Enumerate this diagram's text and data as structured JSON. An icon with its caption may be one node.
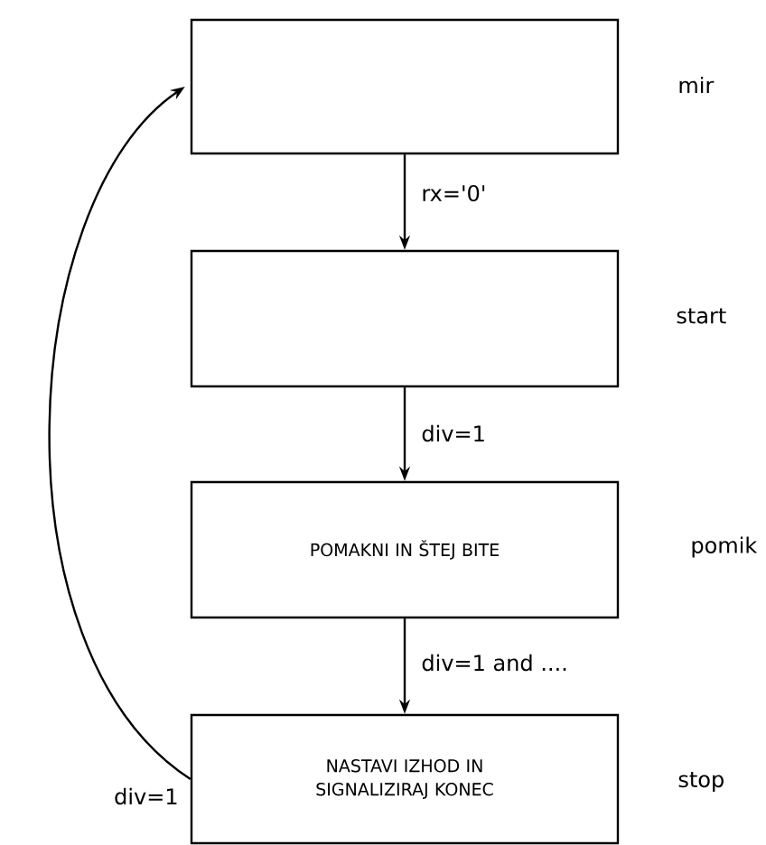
{
  "diagram": {
    "nodes": [
      {
        "text": [],
        "shape": "box",
        "beside": [
          "mir"
        ]
      },
      {
        "text": [],
        "shape": "box",
        "beside": [
          "start"
        ]
      },
      {
        "text": [
          "POMAKNI IN ŠTEJ BITE"
        ],
        "beside": [
          "pomik"
        ]
      },
      {
        "text": [
          "NASTAVI IZHOD IN SIGNALIZIRAJ KONEC"
        ],
        "beside": [
          "stop"
        ]
      }
    ],
    "edges": [
      {
        "from": 0,
        "to": 1,
        "arrow": "to",
        "label": "rx='0'"
      },
      {
        "from": 1,
        "to": 2,
        "arrow": "to",
        "label": "div=1"
      },
      {
        "from": 2,
        "to": 3,
        "arrow": "to",
        "label": "div=1 and ...."
      },
      {
        "from": 3,
        "to": 0,
        "arrow": "to",
        "label": "div=1"
      }
    ]
  }
}
